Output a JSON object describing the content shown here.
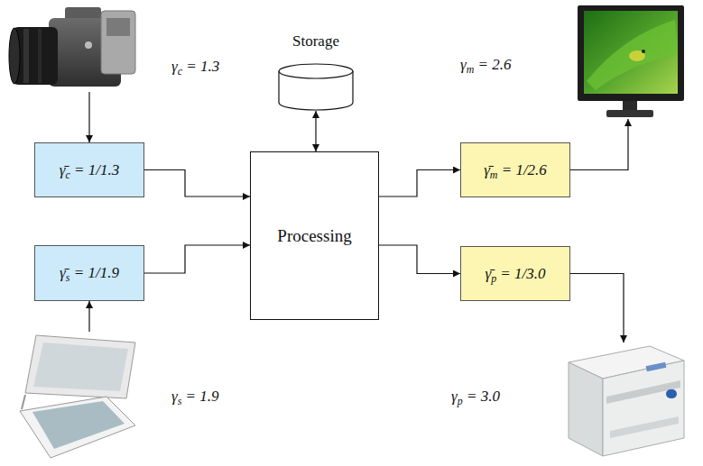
{
  "diagram": {
    "nodes": [
      {
        "text": [
          "γc = 1.3"
        ]
      },
      {
        "text": [
          "Storage"
        ]
      },
      {
        "text": [
          "γm = 2.6"
        ]
      },
      {
        "text": [
          "γ̄c = 1/1.3"
        ]
      },
      {
        "text": [
          "Processing"
        ]
      },
      {
        "text": [
          "γ̄m = 1/2.6"
        ]
      },
      {
        "text": [
          "γ̄s = 1/1.9"
        ]
      },
      {
        "text": [
          "γ̄p = 1/3.0"
        ]
      },
      {
        "text": [
          "γs = 1.9"
        ]
      },
      {
        "text": [
          "γp = 3.0"
        ]
      }
    ],
    "edges": [
      {
        "from": 0,
        "to": 3,
        "arrow": "to"
      },
      {
        "from": 8,
        "to": 6,
        "arrow": "to"
      },
      {
        "from": 3,
        "to": 4,
        "arrow": "to"
      },
      {
        "from": 6,
        "to": 4,
        "arrow": "to"
      },
      {
        "from": 1,
        "to": 4,
        "arrow": "both"
      },
      {
        "from": 4,
        "to": 5,
        "arrow": "to"
      },
      {
        "from": 4,
        "to": 7,
        "arrow": "to"
      },
      {
        "from": 5,
        "to": 2,
        "arrow": "to"
      },
      {
        "from": 7,
        "to": 9,
        "arrow": "to"
      }
    ]
  }
}
